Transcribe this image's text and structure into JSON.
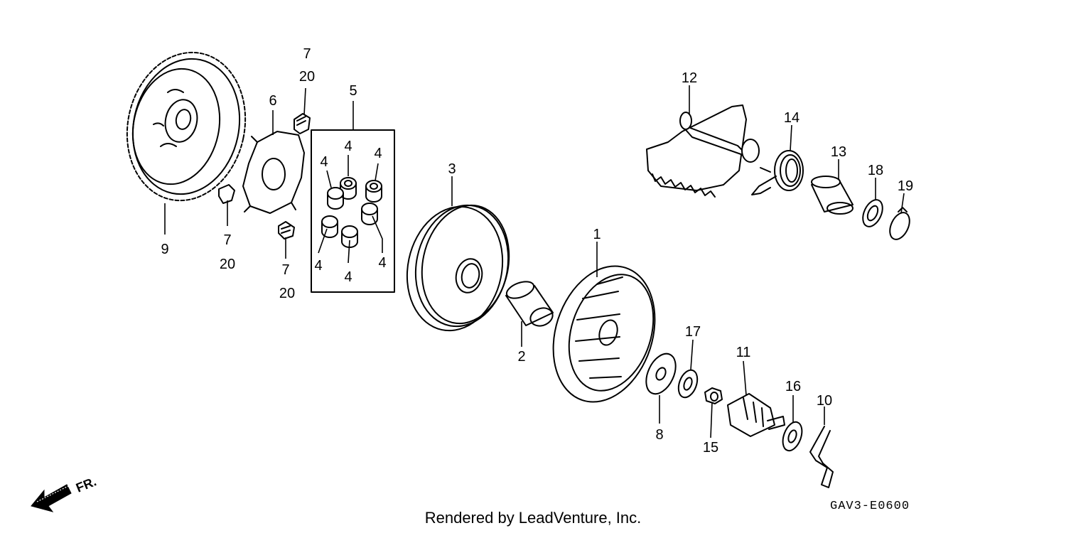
{
  "callouts": {
    "c1": "1",
    "c2": "2",
    "c3": "3",
    "c4a": "4",
    "c4b": "4",
    "c4c": "4",
    "c4d": "4",
    "c4e": "4",
    "c4f": "4",
    "c5": "5",
    "c6": "6",
    "c7a": "7",
    "c20a": "20",
    "c7b": "7",
    "c20b": "20",
    "c7c": "7",
    "c20c": "20",
    "c8": "8",
    "c9": "9",
    "c10": "10",
    "c11": "11",
    "c12": "12",
    "c13": "13",
    "c14": "14",
    "c15": "15",
    "c16": "16",
    "c17": "17",
    "c18": "18",
    "c19": "19"
  },
  "front_indicator": "FR.",
  "credit": "Rendered by LeadVenture, Inc.",
  "diagram_code": "GAV3-E0600"
}
